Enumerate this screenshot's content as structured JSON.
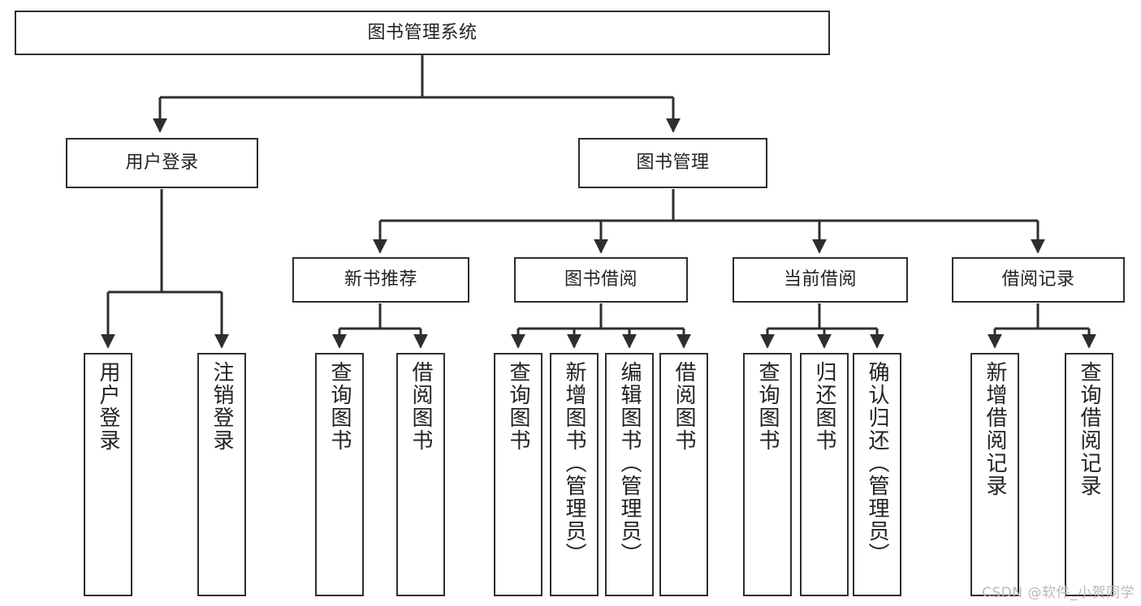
{
  "diagram": {
    "type": "tree-hierarchy",
    "title": "图书管理系统",
    "orientation": "top-down",
    "colors": {
      "background": "#ffffff",
      "box_border": "#2e2e2e",
      "box_fill": "#ffffff",
      "edge": "#2e2e2e",
      "text": "#222222",
      "watermark": "#b9b9b9"
    },
    "nodes": {
      "root": {
        "label": "图书管理系统",
        "level": 0
      },
      "level1": [
        {
          "id": "user-login",
          "label": "用户登录"
        },
        {
          "id": "book-management",
          "label": "图书管理"
        }
      ],
      "level2": [
        {
          "id": "new-book-recommend",
          "label": "新书推荐",
          "parent": "book-management"
        },
        {
          "id": "book-borrow",
          "label": "图书借阅",
          "parent": "book-management"
        },
        {
          "id": "current-borrow",
          "label": "当前借阅",
          "parent": "book-management"
        },
        {
          "id": "borrow-record",
          "label": "借阅记录",
          "parent": "book-management"
        }
      ],
      "leaves": {
        "user_login": [
          {
            "id": "leaf-user-login",
            "label": "用户登录"
          },
          {
            "id": "leaf-logout",
            "label": "注销登录"
          }
        ],
        "new_book_recommend": [
          {
            "id": "leaf-query-book-1",
            "label": "查询图书"
          },
          {
            "id": "leaf-borrow-book-1",
            "label": "借阅图书"
          }
        ],
        "book_borrow": [
          {
            "id": "leaf-query-book-2",
            "label": "查询图书"
          },
          {
            "id": "leaf-add-book",
            "label": "新增图书（管理员）"
          },
          {
            "id": "leaf-edit-book",
            "label": "编辑图书（管理员）"
          },
          {
            "id": "leaf-borrow-book-2",
            "label": "借阅图书"
          }
        ],
        "current_borrow": [
          {
            "id": "leaf-query-book-3",
            "label": "查询图书"
          },
          {
            "id": "leaf-return-book",
            "label": "归还图书"
          },
          {
            "id": "leaf-confirm-return",
            "label": "确认归还（管理员）"
          }
        ],
        "borrow_record": [
          {
            "id": "leaf-add-record",
            "label": "新增借阅记录"
          },
          {
            "id": "leaf-query-record",
            "label": "查询借阅记录"
          }
        ]
      }
    }
  },
  "watermark": {
    "text": "CSDN @软件_小贺同学"
  }
}
